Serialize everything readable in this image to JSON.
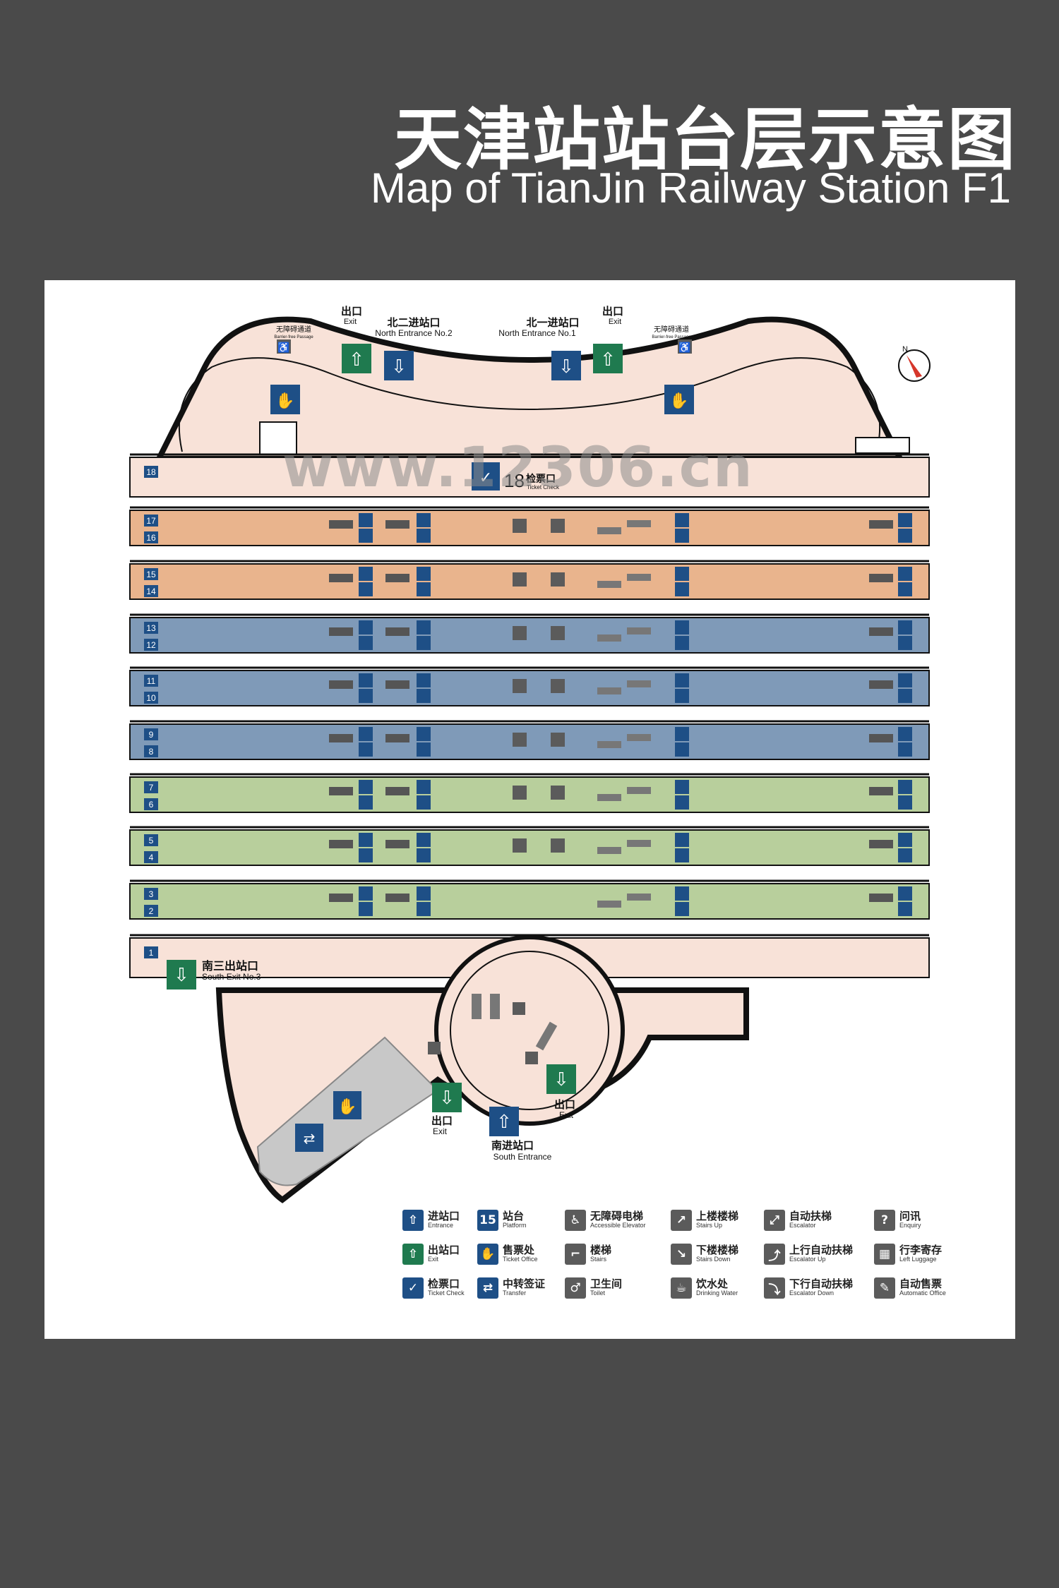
{
  "header": {
    "title_cn": "天津站站台层示意图",
    "title_en": "Map of TianJin Railway Station F1"
  },
  "watermark": "www.12306.cn",
  "north_label": "N",
  "north_hall": {
    "exit_left": {
      "cn": "出口",
      "en": "Exit"
    },
    "exit_right": {
      "cn": "出口",
      "en": "Exit"
    },
    "entrance_2": {
      "cn": "北二进站口",
      "en": "North Entrance No.2"
    },
    "entrance_1": {
      "cn": "北一进站口",
      "en": "North Entrance No.1"
    },
    "barrier_free_left": {
      "cn": "无障碍通道",
      "en": "Barrier-free Passage"
    },
    "barrier_free_right": {
      "cn": "无障碍通道",
      "en": "Barrier-free Passage"
    }
  },
  "ticket_check": {
    "number": "18",
    "cn": "检票口",
    "en": "Ticket Check"
  },
  "platforms": [
    {
      "tracks": [
        "18"
      ],
      "color": "#f8e2d8"
    },
    {
      "tracks": [
        "17",
        "16"
      ],
      "color": "#e9b48d"
    },
    {
      "tracks": [
        "15",
        "14"
      ],
      "color": "#e9b48d"
    },
    {
      "tracks": [
        "13",
        "12"
      ],
      "color": "#7f9ab8"
    },
    {
      "tracks": [
        "11",
        "10"
      ],
      "color": "#7f9ab8"
    },
    {
      "tracks": [
        "9",
        "8"
      ],
      "color": "#7f9ab8"
    },
    {
      "tracks": [
        "7",
        "6"
      ],
      "color": "#b8cf9c"
    },
    {
      "tracks": [
        "5",
        "4"
      ],
      "color": "#b8cf9c"
    },
    {
      "tracks": [
        "3",
        "2"
      ],
      "color": "#b8cf9c"
    },
    {
      "tracks": [
        "1"
      ],
      "color": "#f8e2d8"
    }
  ],
  "south_hall": {
    "south_exit_3": {
      "cn": "南三出站口",
      "en": "South Exit No.3"
    },
    "exit_left": {
      "cn": "出口",
      "en": "Exit"
    },
    "exit_right": {
      "cn": "出口",
      "en": "Exit"
    },
    "south_entrance": {
      "cn": "南进站口",
      "en": "South Entrance"
    }
  },
  "legend": [
    {
      "icon": "entrance-icon",
      "glyph": "⇧",
      "style": "blue",
      "cn": "进站口",
      "en": "Entrance"
    },
    {
      "icon": "platform-icon",
      "glyph": "15",
      "style": "blue",
      "cn": "站台",
      "en": "Platform"
    },
    {
      "icon": "accessible-elevator-icon",
      "glyph": "♿",
      "style": "gray",
      "cn": "无障碍电梯",
      "en": "Accessible Elevator"
    },
    {
      "icon": "stairs-up-icon",
      "glyph": "↗",
      "style": "gray",
      "cn": "上楼楼梯",
      "en": "Stairs Up"
    },
    {
      "icon": "escalator-icon",
      "glyph": "⤢",
      "style": "gray",
      "cn": "自动扶梯",
      "en": "Escalator"
    },
    {
      "icon": "enquiry-icon",
      "glyph": "?",
      "style": "gray",
      "cn": "问讯",
      "en": "Enquiry"
    },
    {
      "icon": "exit-icon",
      "glyph": "⇧",
      "style": "green",
      "cn": "出站口",
      "en": "Exit"
    },
    {
      "icon": "ticket-office-icon",
      "glyph": "✋",
      "style": "blue",
      "cn": "售票处",
      "en": "Ticket Office"
    },
    {
      "icon": "stairs-icon",
      "glyph": "⌐",
      "style": "gray",
      "cn": "楼梯",
      "en": "Stairs"
    },
    {
      "icon": "stairs-down-icon",
      "glyph": "↘",
      "style": "gray",
      "cn": "下楼楼梯",
      "en": "Stairs Down"
    },
    {
      "icon": "escalator-up-icon",
      "glyph": "⤴",
      "style": "gray",
      "cn": "上行自动扶梯",
      "en": "Escalator Up"
    },
    {
      "icon": "left-luggage-icon",
      "glyph": "▦",
      "style": "gray",
      "cn": "行李寄存",
      "en": "Left Luggage"
    },
    {
      "icon": "ticket-check-icon",
      "glyph": "✓",
      "style": "blue",
      "cn": "检票口",
      "en": "Ticket Check"
    },
    {
      "icon": "transfer-icon",
      "glyph": "⇄",
      "style": "blue",
      "cn": "中转签证",
      "en": "Transfer"
    },
    {
      "icon": "toilet-icon",
      "glyph": "♂",
      "style": "gray",
      "cn": "卫生间",
      "en": "Toilet"
    },
    {
      "icon": "drinking-water-icon",
      "glyph": "☕",
      "style": "gray",
      "cn": "饮水处",
      "en": "Drinking Water"
    },
    {
      "icon": "escalator-down-icon",
      "glyph": "⤵",
      "style": "gray",
      "cn": "下行自动扶梯",
      "en": "Escalator Down"
    },
    {
      "icon": "automatic-office-icon",
      "glyph": "✎",
      "style": "gray",
      "cn": "自动售票",
      "en": "Automatic Office"
    }
  ]
}
